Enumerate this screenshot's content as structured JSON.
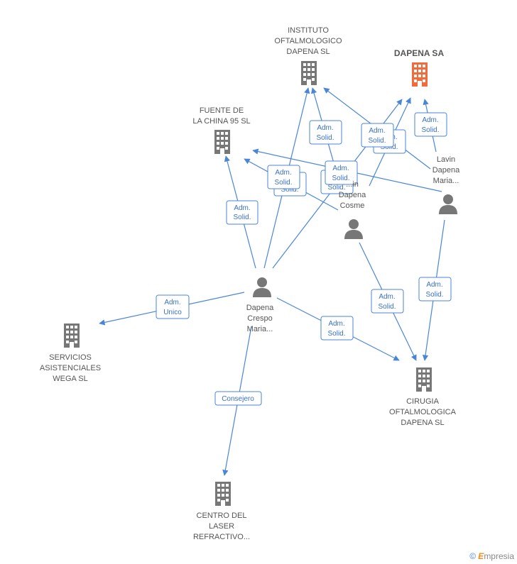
{
  "companies": {
    "instituto": {
      "lines": [
        "INSTITUTO",
        "OFTALMOLOGICO",
        "DAPENA SL"
      ]
    },
    "dapena_sa": {
      "lines": [
        "DAPENA SA"
      ]
    },
    "fuente": {
      "lines": [
        "FUENTE DE",
        "LA CHINA 95 SL"
      ]
    },
    "servicios": {
      "lines": [
        "SERVICIOS",
        "ASISTENCIALES",
        "WEGA SL"
      ]
    },
    "cirugia": {
      "lines": [
        "CIRUGIA",
        "OFTALMOLOGICA",
        "DAPENA SL"
      ]
    },
    "centro": {
      "lines": [
        "CENTRO DEL",
        "LASER",
        "REFRACTIVO..."
      ]
    }
  },
  "persons": {
    "dapena_crespo": {
      "lines": [
        "Dapena",
        "Crespo",
        "Maria..."
      ]
    },
    "lavin_cosme": {
      "lines": [
        "...in",
        "Dapena",
        "Cosme"
      ]
    },
    "lavin_maria": {
      "lines": [
        "Lavin",
        "Dapena",
        "Maria..."
      ]
    }
  },
  "roles": {
    "adm_solid": [
      "Adm.",
      "Solid."
    ],
    "adm_unico": [
      "Adm.",
      "Unico"
    ],
    "consejero": [
      "Consejero"
    ]
  },
  "colors": {
    "accent": "#4a86d8",
    "highlight": "#f26b3a",
    "icon": "#777777"
  },
  "watermark": {
    "copyright": "©",
    "brand_first": "E",
    "brand_rest": "mpresia"
  }
}
